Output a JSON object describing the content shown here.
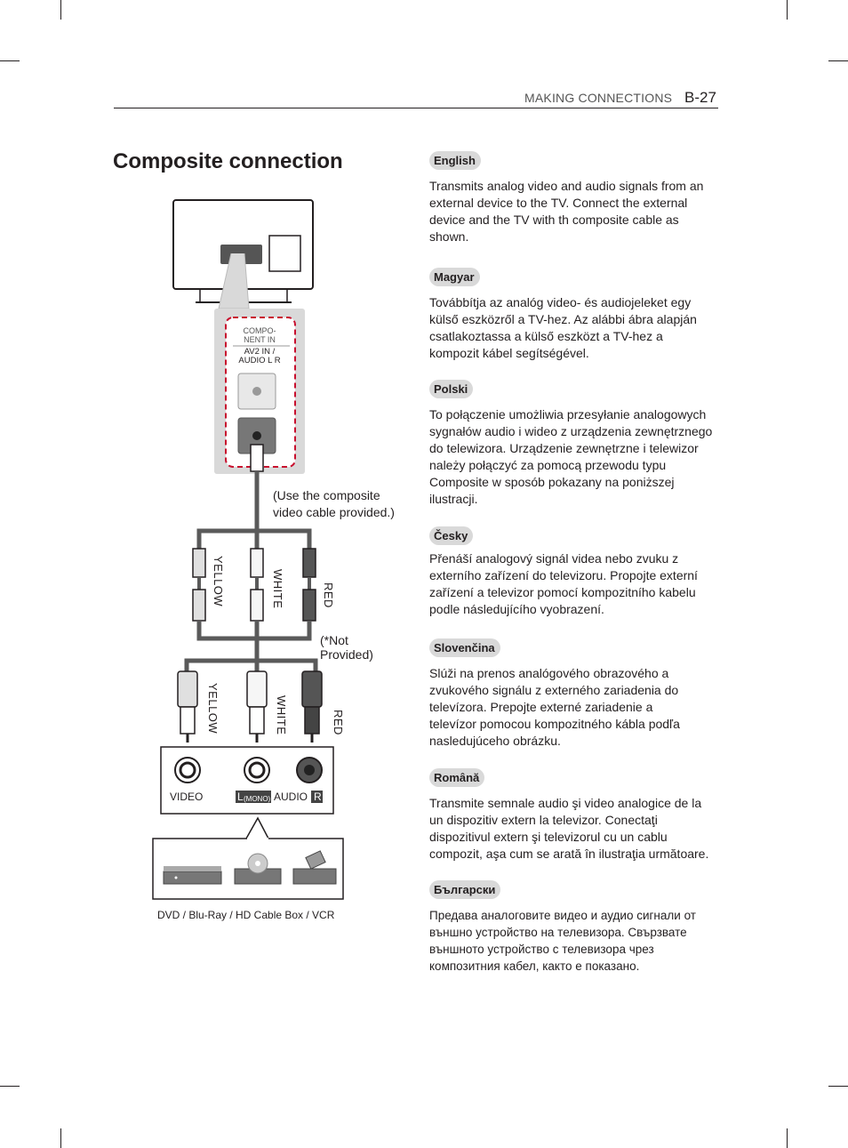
{
  "header": {
    "section": "MAKING CONNECTIONS",
    "page": "B-27"
  },
  "title": "Composite connection",
  "diagram": {
    "port_header": "COMPO-\nNENT IN",
    "port_label": "AV2 IN /\nAUDIO L R",
    "cable_note": "(Use the composite\nvideo cable provided.)",
    "not_provided": "(*Not\nProvided)",
    "cable_colors": [
      "YELLOW",
      "WHITE",
      "RED"
    ],
    "device_video": "VIDEO",
    "device_l": "L",
    "device_mono": "(MONO)",
    "device_audio": "AUDIO",
    "device_r": "R",
    "device_caption": "DVD / Blu-Ray / HD Cable Box / VCR",
    "colors": {
      "yellow_plug": "#e0e0e0",
      "white_plug": "#f2f2f2",
      "red_plug": "#555555",
      "cable": "#5a5a5a"
    }
  },
  "languages": [
    {
      "label": "English",
      "text": "Transmits analog video and audio signals from an external device to the TV. Connect the external device and the TV with th composite cable as shown."
    },
    {
      "label": "Magyar",
      "text": "Továbbítja az analóg video- és audiojeleket egy külső eszközről a TV-hez. Az alábbi ábra alapján csatlakoztassa a külső eszközt a TV-hez a kompozit kábel segítségével."
    },
    {
      "label": "Polski",
      "text": "To połączenie umożliwia przesyłanie analogowych sygnałów audio i wideo z urządzenia zewnętrznego do telewizora. Urządzenie zewnętrzne i telewizor należy połączyć za pomocą przewodu typu Composite w sposób pokazany na poniższej ilustracji."
    },
    {
      "label": "Česky",
      "text": "Přenáší analogový signál videa nebo zvuku z externího zařízení do televizoru. Propojte externí zařízení a televizor pomocí kompozitního kabelu podle následujícího vyobrazení."
    },
    {
      "label": "Slovenčina",
      "text": "Slúži na prenos analógového obrazového a zvukového signálu z externého zariadenia do televízora. Prepojte externé zariadenie a televízor pomocou kompozitného kábla podľa nasledujúceho obrázku."
    },
    {
      "label": "Română",
      "text": "Transmite semnale audio şi video analogice de la un dispozitiv extern la televizor. Conectaţi dispozitivul extern şi televizorul cu un cablu compozit, aşa cum se arată în ilustraţia următoare."
    },
    {
      "label": "Български",
      "text": "Предава аналоговите видео и аудио сигнали от външно устройство на телевизора. Свързвате външното устройство с телевизора чрез композитния кабел, както е показано."
    }
  ]
}
